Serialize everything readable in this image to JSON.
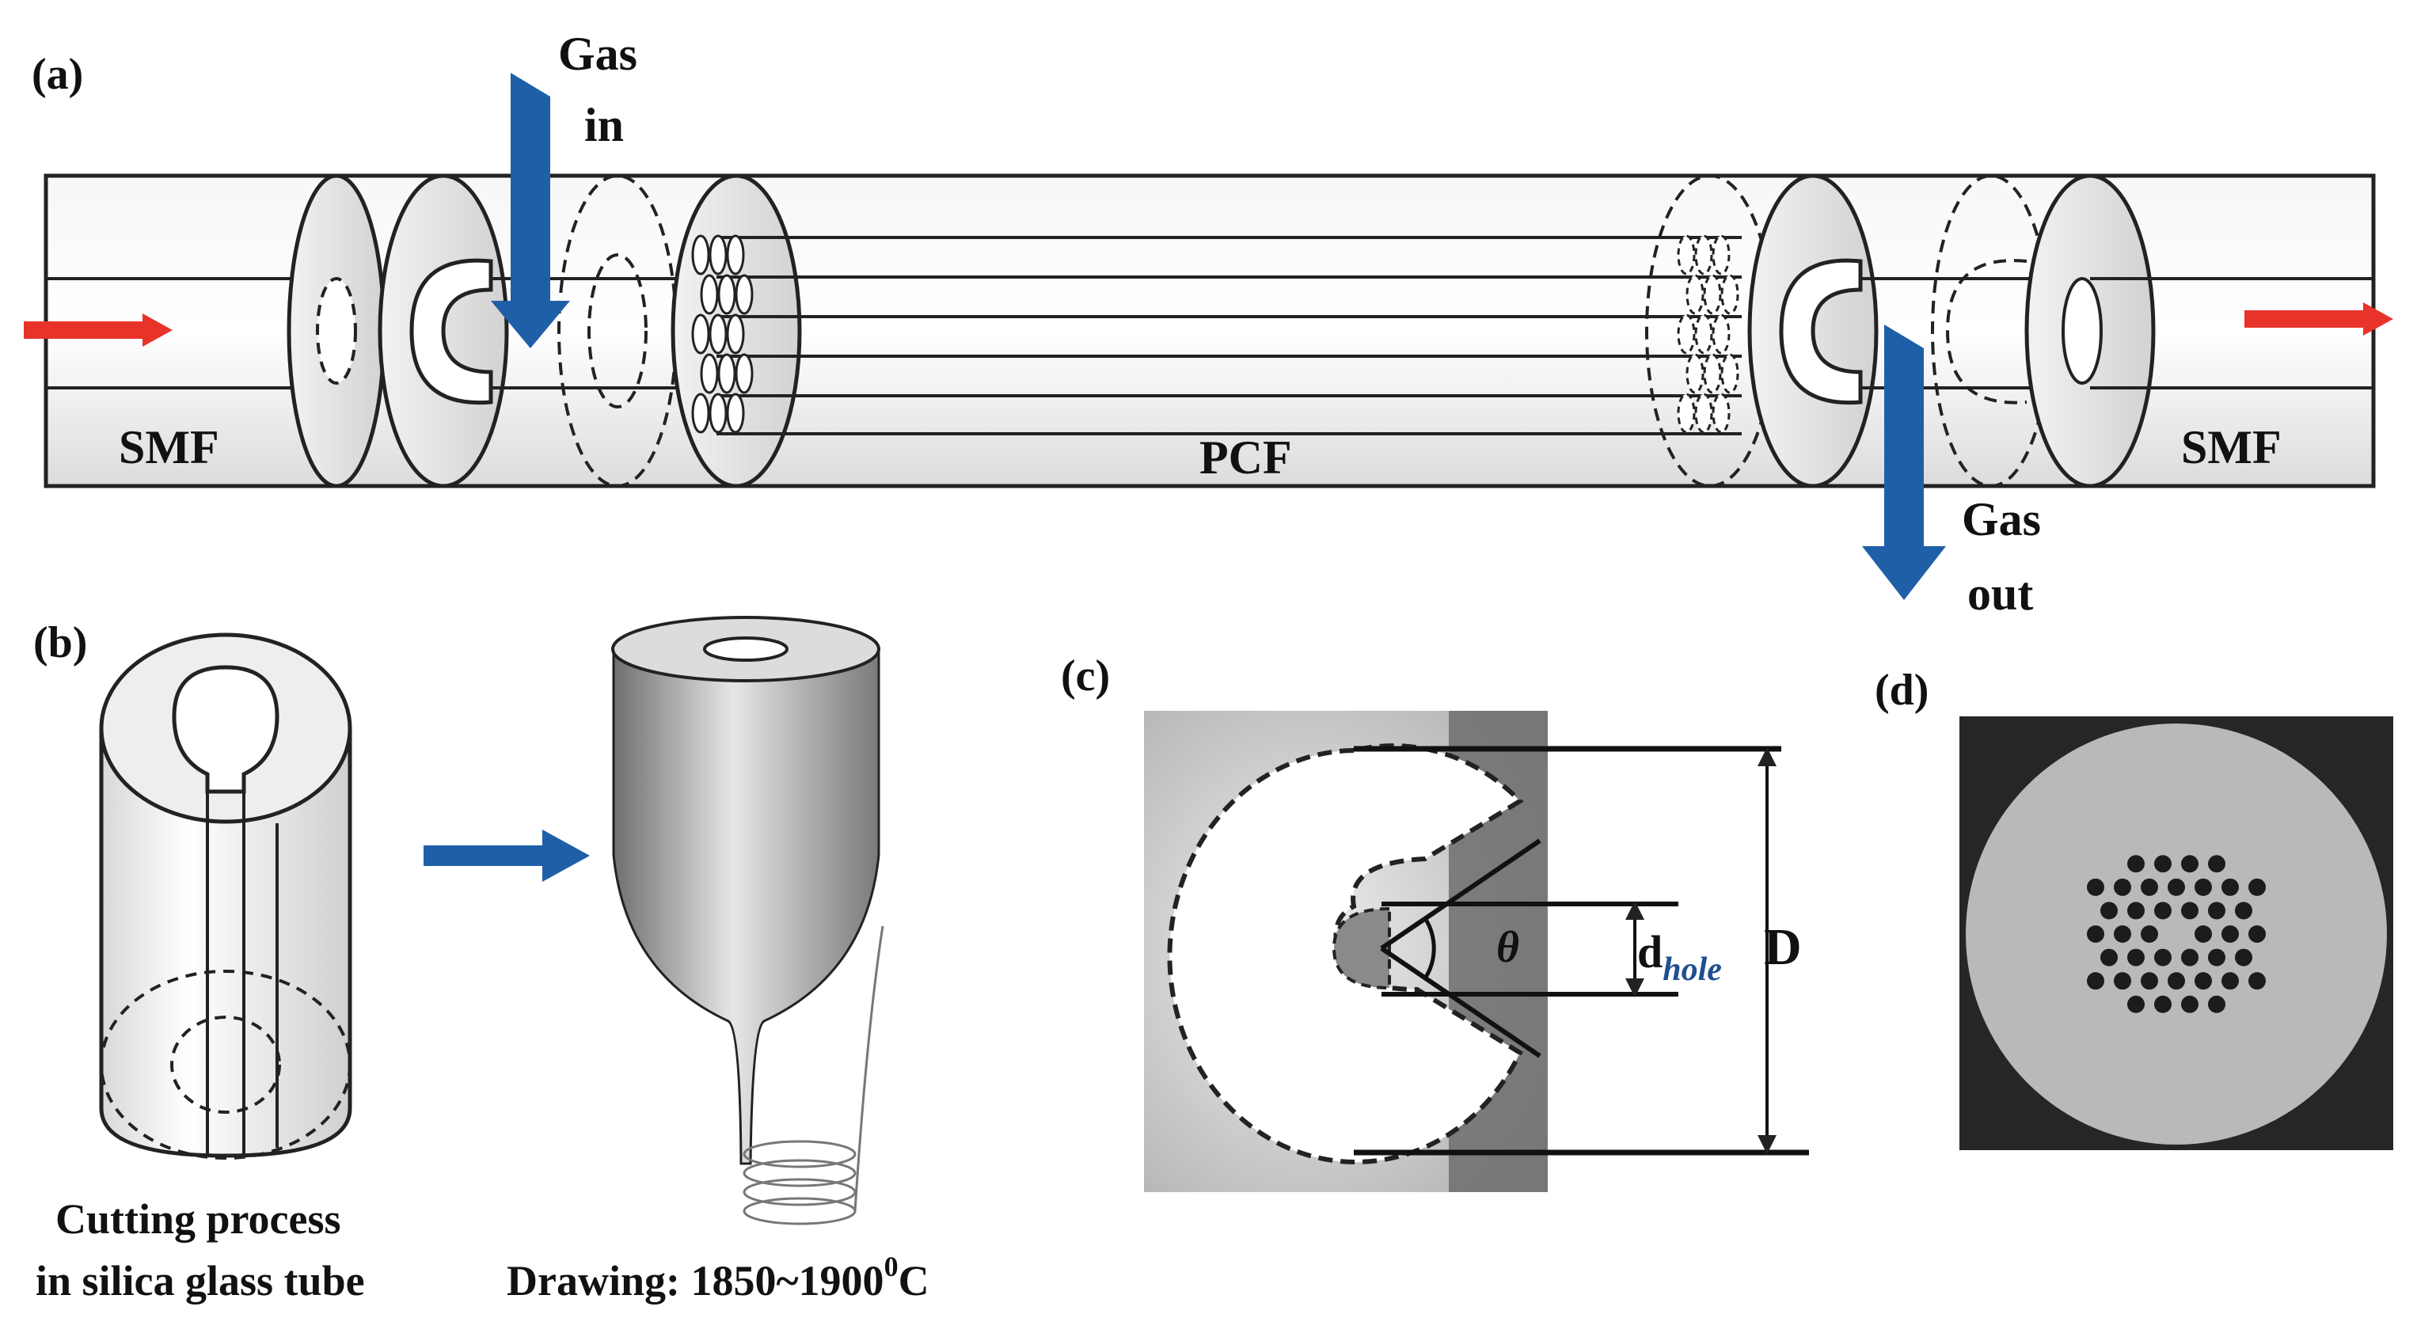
{
  "panel_a": {
    "label": "(a)",
    "gas_in_line1": "Gas",
    "gas_in_line2": "in",
    "gas_out_line1": "Gas",
    "gas_out_line2": "out",
    "smf_left": "SMF",
    "pcf": "PCF",
    "smf_right": "SMF"
  },
  "panel_b": {
    "label": "(b)",
    "caption_line1": "Cutting process",
    "caption_line2": "in silica glass tube",
    "drawing_prefix": "Drawing:  1850~1900",
    "drawing_sup": "0",
    "drawing_unit": "C"
  },
  "panel_c": {
    "label": "(c)",
    "theta": "θ",
    "d_main": "d",
    "d_sub": "hole",
    "big_d": "D"
  },
  "panel_d": {
    "label": "(d)"
  },
  "colors": {
    "arrow_blue": "#1f5fa8",
    "light_red": "#e8332a",
    "tube_fill": "#e9e9e9",
    "outline": "#222222"
  }
}
